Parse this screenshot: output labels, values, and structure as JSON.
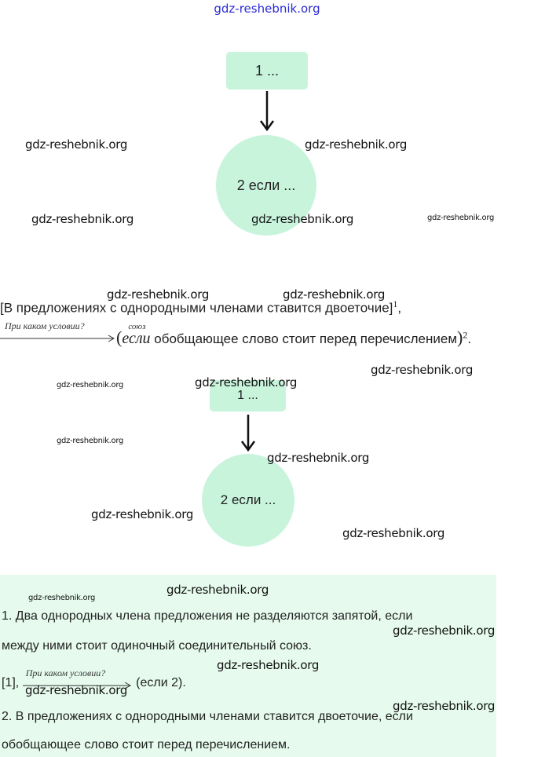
{
  "header_watermark": "gdz-reshebnik.org",
  "watermark": "gdz-reshebnik.org",
  "diagram1": {
    "box": "1 ...",
    "circle": "2 если ..."
  },
  "scheme": {
    "line1": "[В предложениях с однородными членами ставится двоеточие]",
    "sup1": "1",
    "comma": ",",
    "arrow_question": "При каком условии?",
    "paren_open": "(",
    "conj_label": "союз",
    "conj": "если",
    "line2": "обобщающее слово стоит перед перечислением",
    "paren_close": ")",
    "sup2": "2",
    "period": "."
  },
  "diagram2": {
    "box": "1 ...",
    "circle": "2 если ..."
  },
  "answer": {
    "p1a": "1. Два однородных члена предложения не разделяются запятой, если",
    "p1b": "между ними стоит одиночный соединительный союз.",
    "s_prefix": "[1],",
    "s_question": "При каком условии?",
    "s_suffix": "(если 2).",
    "p2a": "2. В предложениях с однородными членами ставится двоеточие, если",
    "p2b": "обобщающее слово стоит перед перечислением."
  }
}
